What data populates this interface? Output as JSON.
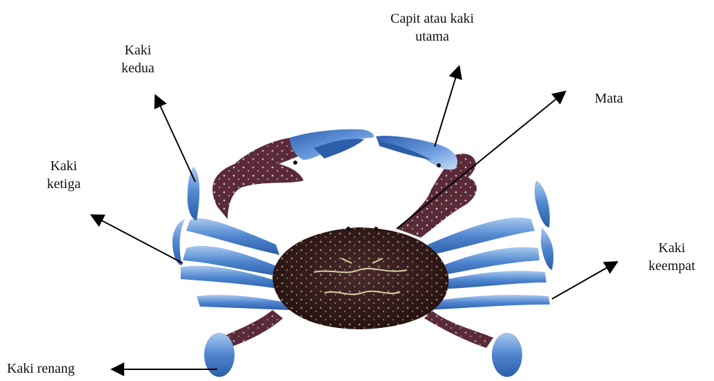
{
  "labels": {
    "capit": [
      "Capit atau kaki",
      "utama"
    ],
    "kaki_kedua": [
      "Kaki",
      "kedua"
    ],
    "mata": "Mata",
    "kaki_ketiga": [
      "Kaki",
      "ketiga"
    ],
    "kaki_keempat": [
      "Kaki",
      "keempat"
    ],
    "kaki_renang": "Kaki renang"
  },
  "colors": {
    "carapace": "#3a1e22",
    "claw_arm": "#5a2a3a",
    "leg_blue": "#4f86cf",
    "leg_light": "#a9c9ee",
    "spots": "#e8e3b8",
    "arrow": "#000000"
  }
}
